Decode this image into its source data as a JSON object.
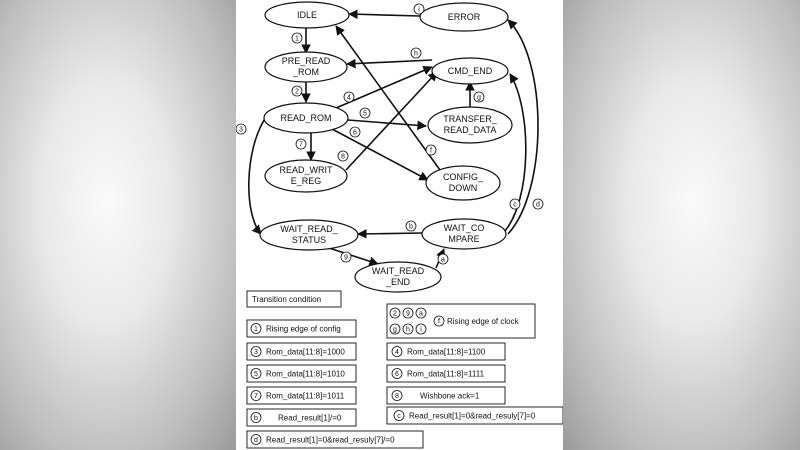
{
  "states": {
    "idle": "IDLE",
    "error": "ERROR",
    "pre_read_rom_1": "PRE_READ",
    "pre_read_rom_2": "_ROM",
    "cmd_end": "CMD_END",
    "read_rom": "READ_ROM",
    "transfer_1": "TRANSFER_",
    "transfer_2": "READ_DATA",
    "read_write_1": "READ_WRIT",
    "read_write_2": "E_REG",
    "config_1": "CONFIG_",
    "config_2": "DOWN",
    "wait_read_status_1": "WAIT_READ_",
    "wait_read_status_2": "STATUS",
    "wait_compare_1": "WAIT_CO",
    "wait_compare_2": "MPARE",
    "wait_read_end_1": "WAIT_READ",
    "wait_read_end_2": "_END"
  },
  "markers": {
    "m1": "1",
    "m2": "2",
    "m3": "3",
    "m4": "4",
    "m5": "5",
    "m6": "6",
    "m7": "7",
    "m8": "8",
    "m9": "9",
    "ma": "a",
    "mb": "b",
    "mc": "c",
    "md": "d",
    "mf": "f",
    "mg": "g",
    "mh": "h",
    "mi": "i"
  },
  "legend": {
    "title": "Transition condition",
    "clock_syms": [
      "2",
      "9",
      "a",
      "g",
      "h",
      "i"
    ],
    "clock_f": "f",
    "clock_text": "Rising edge of clock",
    "items": [
      {
        "sym": "1",
        "text": "Rising edge of config"
      },
      {
        "sym": "3",
        "text": "Rom_data[11:8]=1000"
      },
      {
        "sym": "4",
        "text": "Rom_data[11:8]=1100"
      },
      {
        "sym": "5",
        "text": "Rom_data[11:8]=1010"
      },
      {
        "sym": "6",
        "text": "Rom_data[11:8]=1111"
      },
      {
        "sym": "7",
        "text": "Rom_data[11:8]=1011"
      },
      {
        "sym": "8",
        "text": "Wishbone ack=1"
      },
      {
        "sym": "b",
        "text": "Read_result[1]/=0"
      },
      {
        "sym": "c",
        "text": "Read_result[1]=0&read_resuly[7]=0"
      },
      {
        "sym": "d",
        "text": "Read_result[1]=0&read_resuly[7]/=0"
      }
    ]
  },
  "colors": {
    "line": "#111111",
    "page": "#ffffff",
    "backdrop": "#8e8e8e"
  }
}
